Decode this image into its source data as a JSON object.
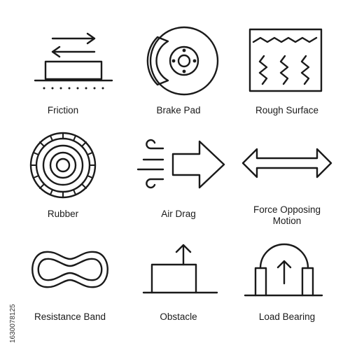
{
  "icons": [
    {
      "name": "friction",
      "label": "Friction"
    },
    {
      "name": "brake-pad",
      "label": "Brake Pad"
    },
    {
      "name": "rough-surface",
      "label": "Rough Surface"
    },
    {
      "name": "rubber",
      "label": "Rubber"
    },
    {
      "name": "air-drag",
      "label": "Air Drag"
    },
    {
      "name": "force-opposing-motion",
      "label": "Force Opposing\nMotion"
    },
    {
      "name": "resistance-band",
      "label": "Resistance Band"
    },
    {
      "name": "obstacle",
      "label": "Obstacle"
    },
    {
      "name": "load-bearing",
      "label": "Load Bearing"
    }
  ],
  "stock_id": "1630078125",
  "colors": {
    "stroke": "#1a1a1a",
    "background": "#ffffff"
  }
}
